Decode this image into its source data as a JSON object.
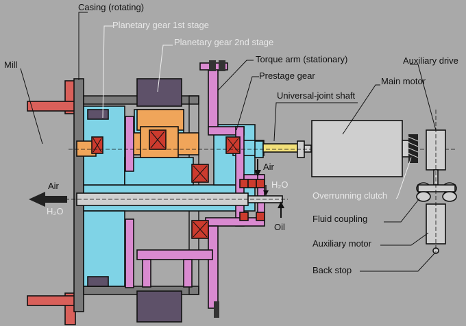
{
  "labels": {
    "casing": "Casing (rotating)",
    "planetary1": "Planetary gear 1st stage",
    "planetary2": "Planetary gear 2nd stage",
    "mill": "Mill",
    "torque_arm": "Torque arm (stationary)",
    "prestage": "Prestage gear",
    "auxiliary_drive": "Auxiliary drive",
    "main_motor": "Main motor",
    "ujoint": "Universal-joint shaft",
    "air_inlet": "Air",
    "h2o_inlet": "H₂O",
    "overrunning": "Overrunning clutch",
    "fluid_coupling": "Fluid coupling",
    "oil": "Oil",
    "aux_motor": "Auxiliary motor",
    "back_stop": "Back stop",
    "air_out": "Air",
    "h2o_out": "H₂O"
  },
  "colors": {
    "background": "#a9a9a9",
    "casing": "#7a7a7a",
    "mill_flange": "#d9605a",
    "oil_channels": "#7fd3e6",
    "torque_arm": "#d98ad0",
    "ring_gear": "#5e5169",
    "sun_gear": "#f0a55a",
    "bearing": "#cc3b2e",
    "motor_body": "#cfcfcf",
    "shaft_yellow": "#f2e07a"
  }
}
